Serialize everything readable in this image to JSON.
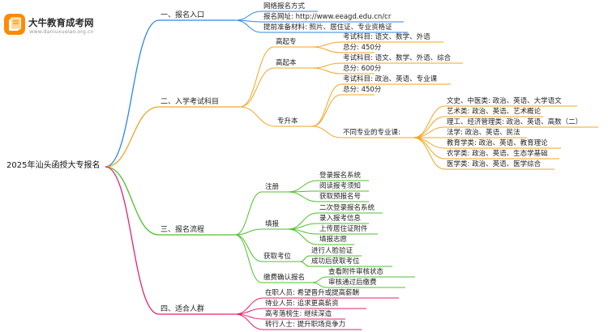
{
  "logo": {
    "title": "大牛教育成考网",
    "url": "www.daniuxueiao.org.cn",
    "icon": "book-icon"
  },
  "colors": {
    "s1": "#2f86e6",
    "s2": "#f2a623",
    "s3": "#4fc02c",
    "s4": "#e5226f"
  },
  "mindmap": {
    "root": "2025年汕头函授大专报名",
    "sections": [
      {
        "label": "一、报名入口",
        "children": [
          {
            "label": "网络报名方式"
          },
          {
            "label": "报名网址: http://www.eeagd.edu.cn/cr"
          },
          {
            "label": "提前准备材料: 照片、居住证、专业资格证"
          }
        ]
      },
      {
        "label": "二、入学考试科目",
        "children": [
          {
            "label": "高起专",
            "children": [
              {
                "label": "考试科目: 语文、数学、外语"
              },
              {
                "label": "总分: 450分"
              }
            ]
          },
          {
            "label": "高起本",
            "children": [
              {
                "label": "考试科目: 语文、数学、外语、综合"
              },
              {
                "label": "总分: 600分"
              }
            ]
          },
          {
            "label": "专升本",
            "children": [
              {
                "label": "考试科目: 政治、英语、专业课"
              },
              {
                "label": "总分: 450分"
              },
              {
                "label": "不同专业的专业课:",
                "children": [
                  {
                    "label": "文史、中医类: 政治、英语、大学语文"
                  },
                  {
                    "label": "艺术类: 政治、英语、艺术概论"
                  },
                  {
                    "label": "理工、经济管理类: 政治、英语、高数（二）"
                  },
                  {
                    "label": "法学: 政治、英语、民法"
                  },
                  {
                    "label": "教育学类: 政治、英语、教育理论"
                  },
                  {
                    "label": "农学类: 政治、英语、生态学基础"
                  },
                  {
                    "label": "医学类: 政治、英语、医学综合"
                  }
                ]
              }
            ]
          }
        ]
      },
      {
        "label": "三、报名流程",
        "children": [
          {
            "label": "注册",
            "children": [
              {
                "label": "登录报名系统"
              },
              {
                "label": "阅读报考须知"
              },
              {
                "label": "获取预报名号"
              }
            ]
          },
          {
            "label": "填报",
            "children": [
              {
                "label": "二次登录报名系统"
              },
              {
                "label": "录入报考信息"
              },
              {
                "label": "上传居住证附件"
              },
              {
                "label": "填报志愿"
              }
            ]
          },
          {
            "label": "获取考位",
            "children": [
              {
                "label": "进行人脸验证"
              },
              {
                "label": "成功后获取考位"
              }
            ]
          },
          {
            "label": "缴费确认报名",
            "children": [
              {
                "label": "查看附件审核状态"
              },
              {
                "label": "审核通过后缴费"
              }
            ]
          }
        ]
      },
      {
        "label": "四、适合人群",
        "children": [
          {
            "label": "在职人员: 希望晋升或提高薪酬"
          },
          {
            "label": "待业人员: 追求更高薪资"
          },
          {
            "label": "高考落榜生: 继续深造"
          },
          {
            "label": "转行人士: 提升职场竞争力"
          }
        ]
      }
    ]
  }
}
